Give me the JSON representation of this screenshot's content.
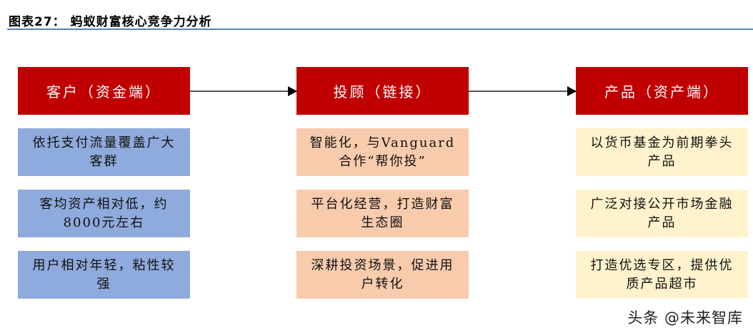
{
  "figure": {
    "title": "图表27：  蚂蚁财富核心竞争力分析",
    "accent_line_color": "#5b7fb8"
  },
  "columns": [
    {
      "header": "客户（资金端）",
      "header_color": "#c00000",
      "card_color": "#8faadc",
      "items": [
        "依托支付流量覆盖广大客群",
        "客均资产相对低，约8000元左右",
        "用户相对年轻，粘性较强"
      ]
    },
    {
      "header": "投顾（链接）",
      "header_color": "#c00000",
      "card_color": "#f8cbad",
      "items": [
        "智能化，与Vanguard合作“帮你投”",
        "平台化经营，打造财富生态圈",
        "深耕投资场景，促进用户转化"
      ]
    },
    {
      "header": "产品（资产端）",
      "header_color": "#c00000",
      "card_color": "#fff2cc",
      "items": [
        "以货币基金为前期拳头产品",
        "广泛对接公开市场金融产品",
        "打造优选专区，提供优质产品超市"
      ]
    }
  ],
  "flow": [
    "客户（资金端） → 投顾（链接）",
    "投顾（链接） → 产品（资产端）"
  ],
  "watermark": "头条 @未来智库"
}
